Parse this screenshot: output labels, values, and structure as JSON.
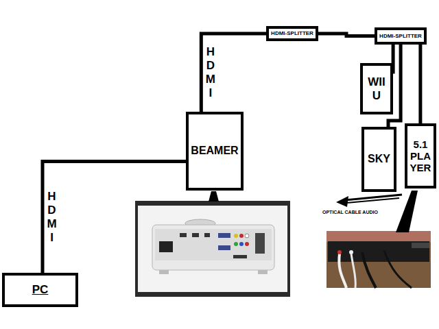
{
  "diagram": {
    "nodes": [
      {
        "text": [
          "PC"
        ]
      },
      {
        "text": [
          "BEAMER"
        ]
      },
      {
        "text": [
          "HDMI-SPLITTER"
        ]
      },
      {
        "text": [
          "HDMI-SPLITTER"
        ]
      },
      {
        "text": [
          "WII U"
        ]
      },
      {
        "text": [
          "SKY"
        ]
      },
      {
        "text": [
          "5.1 PLAYER"
        ]
      }
    ],
    "edges": [
      {
        "from": 0,
        "to": 1,
        "label": "HDMI",
        "arrow": "none"
      },
      {
        "from": 1,
        "to": 2,
        "label": "HDMI",
        "arrow": "none"
      },
      {
        "from": 2,
        "to": 3,
        "arrow": "none"
      },
      {
        "from": 3,
        "to": 4,
        "arrow": "none"
      },
      {
        "from": 3,
        "to": 5,
        "arrow": "none"
      },
      {
        "from": 3,
        "to": 6,
        "arrow": "none"
      }
    ],
    "labels": [
      "OPTICAL CABLE AUDIO"
    ]
  }
}
